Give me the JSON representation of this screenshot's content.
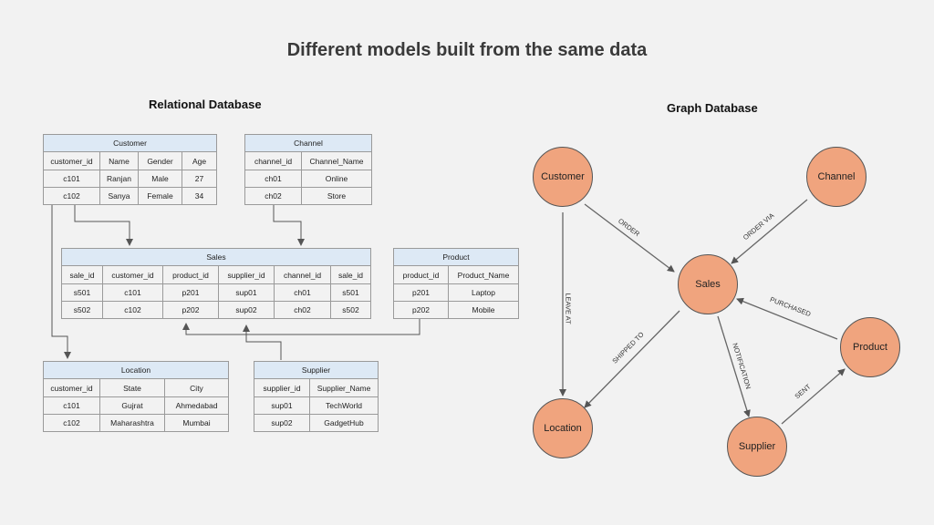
{
  "title": "Different models built from the same data",
  "relational": {
    "heading": "Relational Database",
    "customer": {
      "name": "Customer",
      "columns": [
        "customer_id",
        "Name",
        "Gender",
        "Age"
      ],
      "rows": [
        [
          "c101",
          "Ranjan",
          "Male",
          "27"
        ],
        [
          "c102",
          "Sanya",
          "Female",
          "34"
        ]
      ]
    },
    "channel": {
      "name": "Channel",
      "columns": [
        "channel_id",
        "Channel_Name"
      ],
      "rows": [
        [
          "ch01",
          "Online"
        ],
        [
          "ch02",
          "Store"
        ]
      ]
    },
    "sales": {
      "name": "Sales",
      "columns": [
        "sale_id",
        "customer_id",
        "product_id",
        "supplier_id",
        "channel_id",
        "sale_id"
      ],
      "rows": [
        [
          "s501",
          "c101",
          "p201",
          "sup01",
          "ch01",
          "s501"
        ],
        [
          "s502",
          "c102",
          "p202",
          "sup02",
          "ch02",
          "s502"
        ]
      ]
    },
    "product": {
      "name": "Product",
      "columns": [
        "product_id",
        "Product_Name"
      ],
      "rows": [
        [
          "p201",
          "Laptop"
        ],
        [
          "p202",
          "Mobile"
        ]
      ]
    },
    "location": {
      "name": "Location",
      "columns": [
        "customer_id",
        "State",
        "City"
      ],
      "rows": [
        [
          "c101",
          "Gujrat",
          "Ahmedabad"
        ],
        [
          "c102",
          "Maharashtra",
          "Mumbai"
        ]
      ]
    },
    "supplier": {
      "name": "Supplier",
      "columns": [
        "supplier_id",
        "Supplier_Name"
      ],
      "rows": [
        [
          "sup01",
          "TechWorld"
        ],
        [
          "sup02",
          "GadgetHub"
        ]
      ]
    }
  },
  "graph": {
    "heading": "Graph Database",
    "nodes": {
      "customer": "Customer",
      "channel": "Channel",
      "sales": "Sales",
      "product": "Product",
      "location": "Location",
      "supplier": "Supplier"
    },
    "edges": {
      "order": "ORDER",
      "order_via": "ORDER VIA",
      "leave_at": "LEAVE AT",
      "shipped_to": "SHIPPED TO",
      "notification": "NOTIFICATION",
      "purchased": "PURCHASED",
      "sent": "SENT"
    },
    "node_color": "#f0a47e"
  },
  "colors": {
    "table_header": "#dde9f5",
    "background": "#f2f2f2"
  }
}
